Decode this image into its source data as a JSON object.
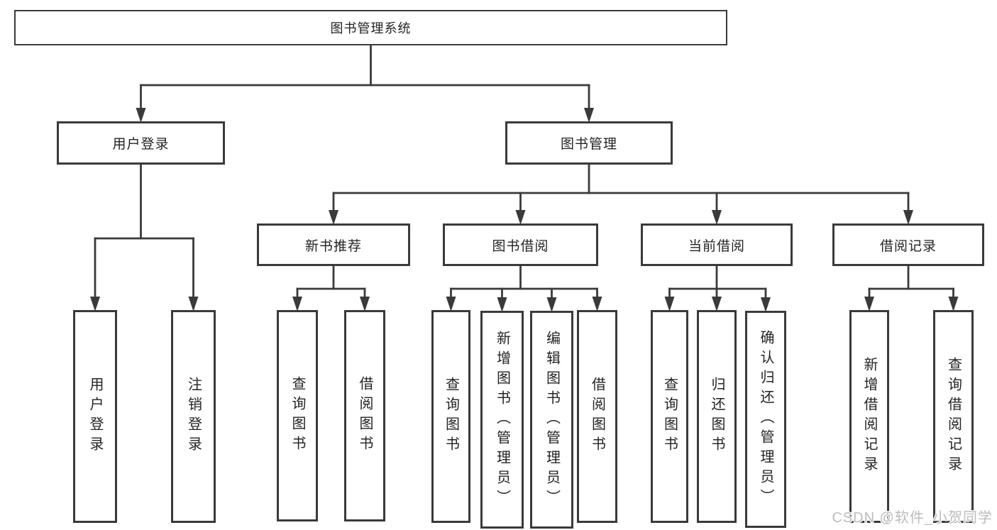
{
  "diagram": {
    "root": {
      "label": "图书管理系统"
    },
    "branches": [
      {
        "label": "用户登录",
        "children": [
          {
            "label": "用户登录"
          },
          {
            "label": "注销登录"
          }
        ]
      },
      {
        "label": "图书管理",
        "children": [
          {
            "label": "新书推荐",
            "children": [
              {
                "label": "查询图书"
              },
              {
                "label": "借阅图书"
              }
            ]
          },
          {
            "label": "图书借阅",
            "children": [
              {
                "label": "查询图书"
              },
              {
                "label": "新增图书（管理员）"
              },
              {
                "label": "编辑图书（管理员）"
              },
              {
                "label": "借阅图书"
              }
            ]
          },
          {
            "label": "当前借阅",
            "children": [
              {
                "label": "查询图书"
              },
              {
                "label": "归还图书"
              },
              {
                "label": "确认归还（管理员）"
              }
            ]
          },
          {
            "label": "借阅记录",
            "children": [
              {
                "label": "新增借阅记录"
              },
              {
                "label": "查询借阅记录"
              }
            ]
          }
        ]
      }
    ]
  },
  "watermark": "CSDN @软件_小贺同学",
  "colors": {
    "line": "#3a3a3a",
    "box_border": "#3a3a3a",
    "text": "#232323",
    "watermark": "#bcbcbc",
    "background": "#ffffff"
  }
}
